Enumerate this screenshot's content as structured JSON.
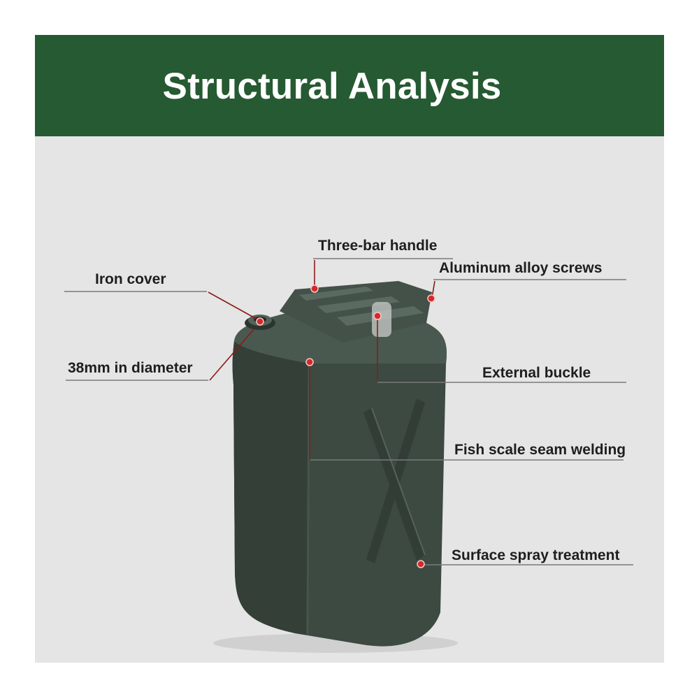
{
  "page": {
    "title": "Structural Analysis"
  },
  "colors": {
    "banner": "#265a32",
    "panel_background": "#e4e5e4",
    "can_body": "#3c4a41",
    "can_shadow": "#2b352f",
    "can_highlight": "#55645a",
    "leader_line": "#8b1a1a",
    "marker": "#d42a2a",
    "rule_line": "#7a7a7a"
  },
  "icons": {
    "product": "jerry-can-icon",
    "marker": "callout-dot-icon"
  },
  "callouts": [
    {
      "id": "three-bar-handle",
      "label": "Three-bar handle"
    },
    {
      "id": "aluminum-alloy-screws",
      "label": "Aluminum alloy screws"
    },
    {
      "id": "iron-cover",
      "label": "Iron cover"
    },
    {
      "id": "diameter",
      "label": "38mm in diameter"
    },
    {
      "id": "external-buckle",
      "label": "External buckle"
    },
    {
      "id": "fish-scale-seam-welding",
      "label": "Fish scale seam welding"
    },
    {
      "id": "surface-spray-treatment",
      "label": "Surface spray treatment"
    }
  ]
}
